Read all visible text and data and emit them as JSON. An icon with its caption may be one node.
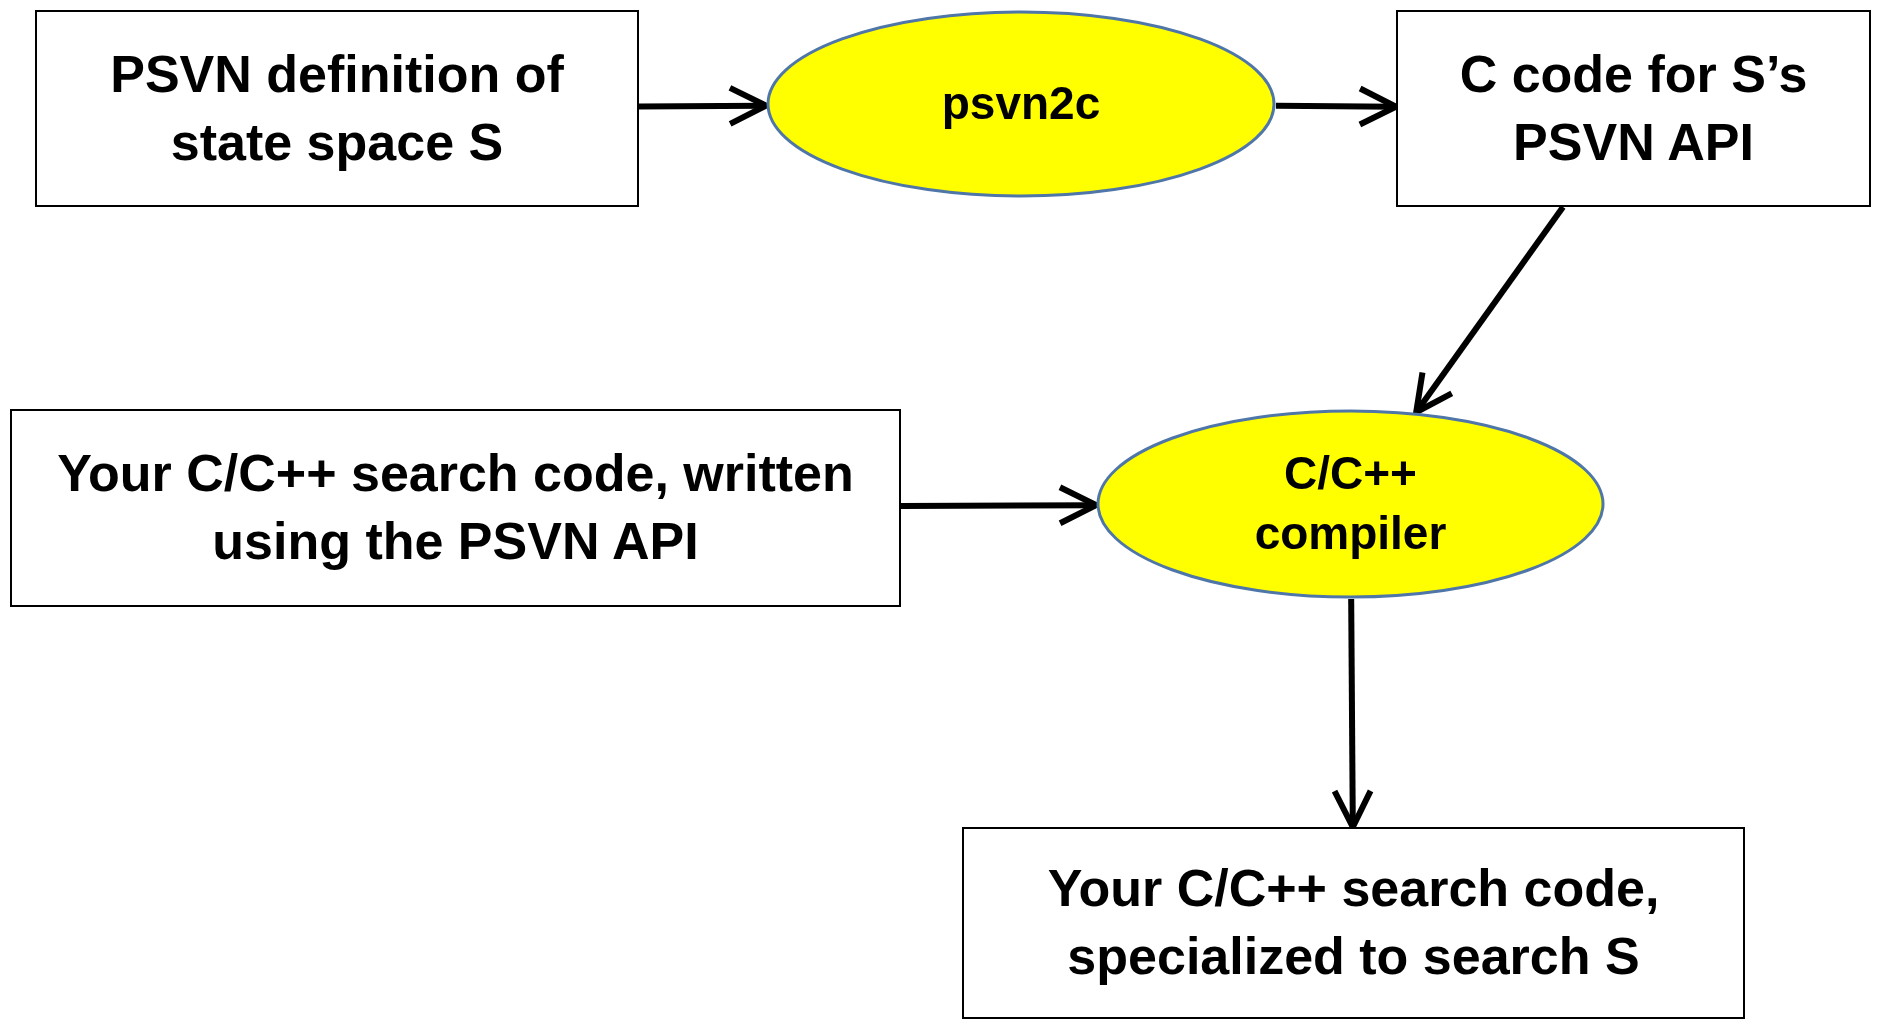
{
  "diagram": {
    "nodes": [
      {
        "text": [
          "PSVN definition of state space S"
        ]
      },
      {
        "text": [
          "psvn2c"
        ]
      },
      {
        "text": [
          "C code for S’s PSVN API"
        ]
      },
      {
        "text": [
          "Your C/C++ search code, written using the PSVN API"
        ]
      },
      {
        "text": [
          "C/C++ compiler"
        ]
      },
      {
        "text": [
          "Your C/C++ search code, specialized to search S"
        ]
      }
    ],
    "edges": [
      {
        "from": 0,
        "to": 1,
        "arrow": "to"
      },
      {
        "from": 1,
        "to": 2,
        "arrow": "to"
      },
      {
        "from": 2,
        "to": 4,
        "arrow": "to"
      },
      {
        "from": 3,
        "to": 4,
        "arrow": "to"
      },
      {
        "from": 4,
        "to": 5,
        "arrow": "to"
      }
    ]
  }
}
